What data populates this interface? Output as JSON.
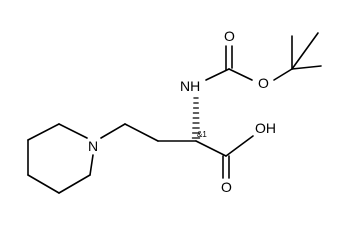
{
  "molecule": {
    "atoms": {
      "carbonyl_oxygen": "O",
      "amide_nitrogen": "NH",
      "ester_oxygen": "O",
      "acid_hydroxyl": "OH",
      "acid_oxygen": "O",
      "ring_nitrogen": "N"
    },
    "stereo_label": "&1"
  }
}
